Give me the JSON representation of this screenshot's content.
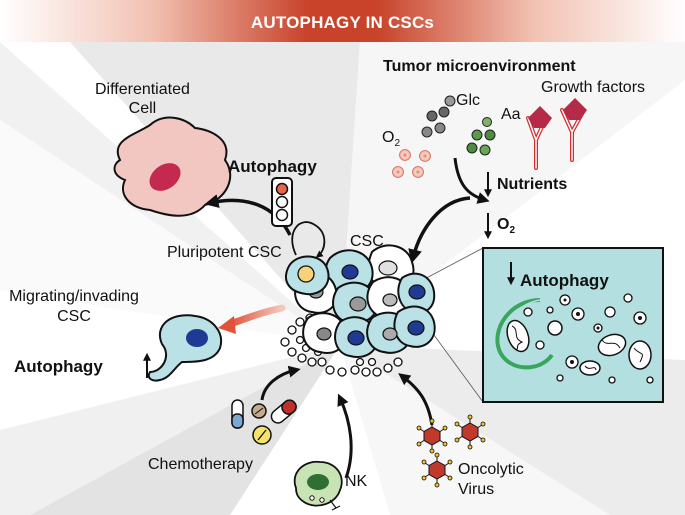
{
  "title": "AUTOPHAGY IN CSCs",
  "labels": {
    "tumor_microenvironment": "Tumor microenvironment",
    "differentiated_cell": "Differentiated\nCell",
    "autophagy_left": "Autophagy",
    "glc": "Glc",
    "aa": "Aa",
    "growth_factors": "Growth factors",
    "o2_small": "O",
    "o2_small_sub": "2",
    "nutrients": "Nutrients",
    "o2_big": "O",
    "o2_big_sub": "2",
    "csc": "CSC",
    "pluripotent_csc": "Pluripotent CSC",
    "migrating_csc": "Migrating/invading\nCSC",
    "autophagy_migrating": "Autophagy",
    "autophagy_box": "Autophagy",
    "chemotherapy": "Chemotherapy",
    "nk": "NK",
    "oncolytic_virus": "Oncolytic\nVirus"
  },
  "colors": {
    "banner": "#c8432a",
    "csc_fill": "#b9e1e6",
    "nucleus": "#1f3a93",
    "differentiated_fill": "#f3c7c1",
    "differentiated_nucleus": "#c42a50",
    "growth_factor": "#b52a48",
    "virus": "#c0392b",
    "box_fill": "#b3dfe0",
    "phagophore": "#3aa55c",
    "nk_fill": "#c9e4b4"
  }
}
